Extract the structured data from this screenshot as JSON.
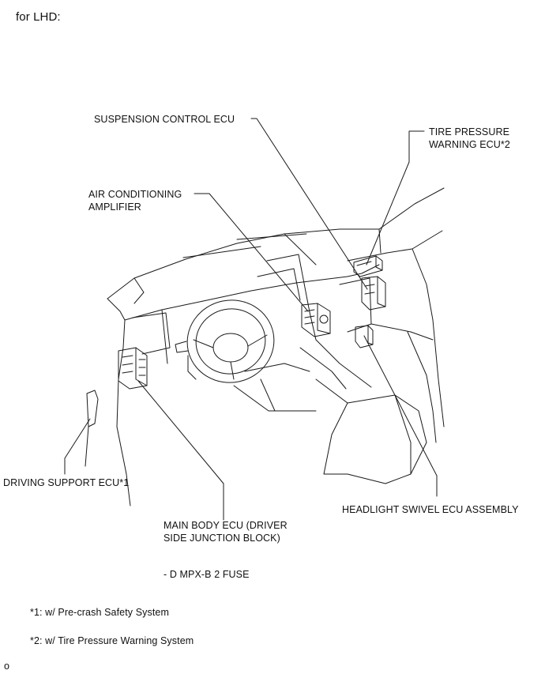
{
  "header": {
    "title": "for LHD:"
  },
  "labels": {
    "suspension": "SUSPENSION CONTROL ECU",
    "tire_line1": "TIRE PRESSURE",
    "tire_line2": "WARNING ECU*2",
    "aircon_line1": "AIR CONDITIONING",
    "aircon_line2": "AMPLIFIER",
    "driving_support": "DRIVING SUPPORT ECU*1",
    "headlight": "HEADLIGHT SWIVEL ECU ASSEMBLY",
    "main_body_line1": "MAIN BODY ECU (DRIVER",
    "main_body_line2": "SIDE JUNCTION BLOCK)"
  },
  "fuse_note": "- D MPX-B 2 FUSE",
  "footnotes": {
    "note1": "*1: w/ Pre-crash Safety System",
    "note2": "*2: w/ Tire Pressure Warning System"
  },
  "corner_mark": "o"
}
